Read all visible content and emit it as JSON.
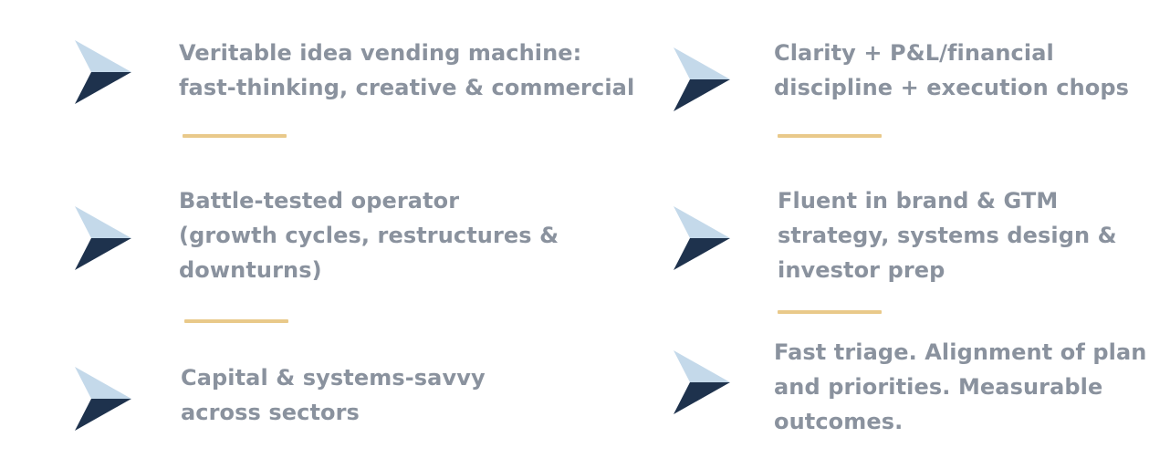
{
  "colors": {
    "text": "#8a929e",
    "divider": "#e9c98a",
    "arrow_light": "#c4d9ea",
    "arrow_dark": "#1e324d"
  },
  "left": {
    "items": [
      {
        "icon": "chevron-arrow-icon",
        "lines": [
          "Veritable idea vending machine:",
          "fast-thinking, creative & commercial"
        ]
      },
      {
        "icon": "chevron-arrow-icon",
        "lines": [
          "Battle-tested operator",
          "(growth cycles, restructures &",
          "downturns)"
        ]
      },
      {
        "icon": "chevron-arrow-icon",
        "lines": [
          "Capital & systems-savvy",
          "across sectors"
        ]
      }
    ]
  },
  "right": {
    "items": [
      {
        "icon": "chevron-arrow-icon",
        "lines": [
          "Clarity + P&L/financial",
          "discipline + execution chops"
        ]
      },
      {
        "icon": "chevron-arrow-icon",
        "lines": [
          "Fluent in brand & GTM",
          "strategy, systems design &",
          "investor prep"
        ]
      },
      {
        "icon": "chevron-arrow-icon",
        "lines": [
          "Fast triage. Alignment of plan",
          "and priorities. Measurable",
          "outcomes."
        ]
      }
    ]
  }
}
